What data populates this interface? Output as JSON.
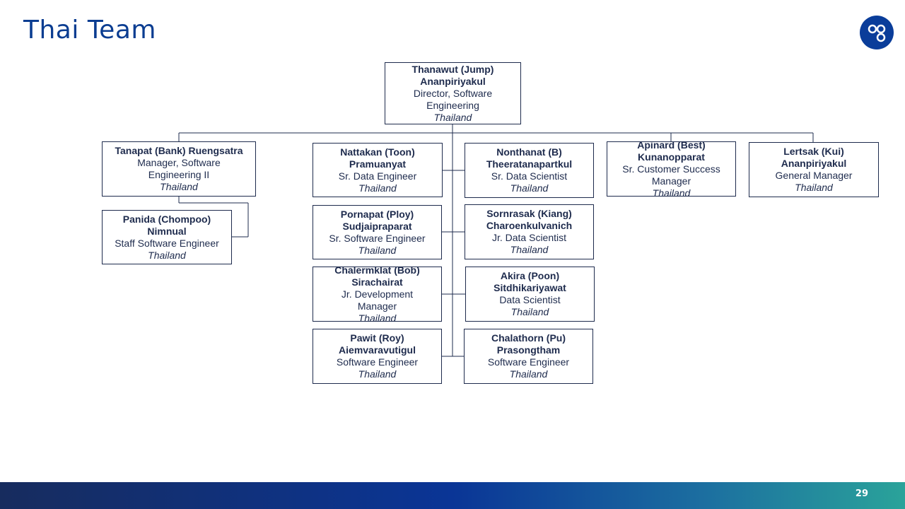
{
  "slide": {
    "title": "Thai Team",
    "page_number": "29"
  },
  "org": {
    "director": {
      "name": "Thanawut (Jump) Ananpiriyakul",
      "title": "Director, Software Engineering",
      "location": "Thailand"
    },
    "bank": {
      "name": "Tanapat (Bank) Ruengsatra",
      "title": "Manager, Software Engineering II",
      "location": "Thailand"
    },
    "panida": {
      "name": "Panida (Chompoo) Nimnual",
      "title": "Staff Software Engineer",
      "location": "Thailand"
    },
    "nattakan": {
      "name": "Nattakan (Toon) Pramuanyat",
      "title": "Sr. Data Engineer",
      "location": "Thailand"
    },
    "pornapat": {
      "name": "Pornapat (Ploy) Sudjaipraparat",
      "title": "Sr. Software Engineer",
      "location": "Thailand"
    },
    "chalermklat": {
      "name": "Chalermklat (Bob) Sirachairat",
      "title": "Jr. Development Manager",
      "location": "Thailand"
    },
    "pawit": {
      "name": "Pawit (Roy) Aiemvaravutigul",
      "title": "Software Engineer",
      "location": "Thailand"
    },
    "nonthanat": {
      "name": "Nonthanat (B) Theeratanapartkul",
      "title": "Sr. Data Scientist",
      "location": "Thailand"
    },
    "sornrasak": {
      "name": "Sornrasak (Kiang) Charoenkulvanich",
      "title": "Jr. Data Scientist",
      "location": "Thailand"
    },
    "akira": {
      "name": "Akira (Poon) Sitdhikariyawat",
      "title": "Data Scientist",
      "location": "Thailand"
    },
    "chalathorn": {
      "name": "Chalathorn (Pu) Prasongtham",
      "title": "Software Engineer",
      "location": "Thailand"
    },
    "apinard": {
      "name": "Apinard (Best) Kunanopparat",
      "title": "Sr. Customer Success Manager",
      "location": "Thailand"
    },
    "lertsak": {
      "name": "Lertsak (Kui) Ananpiriyakul",
      "title": "General Manager",
      "location": "Thailand"
    }
  },
  "colors": {
    "brand": "#0b3d91",
    "box_border": "#1e2b4d",
    "connector": "#1e2b4d"
  },
  "icons": {
    "logo": "linked-circles-logo-icon"
  }
}
